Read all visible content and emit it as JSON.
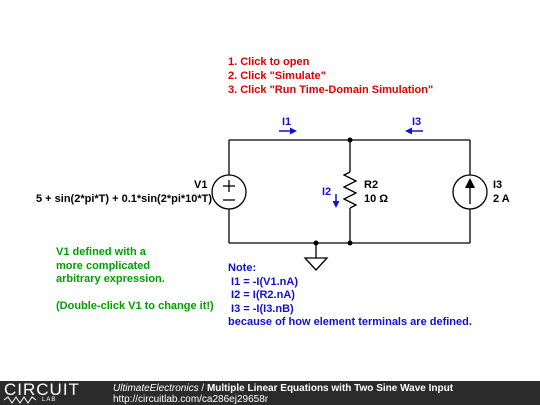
{
  "instructions": [
    "1. Click to open",
    "2. Click \"Simulate\"",
    "3. Click \"Run Time-Domain Simulation\""
  ],
  "labels": {
    "i1": "I1",
    "i2": "I2",
    "i3": "I3",
    "v1_name": "V1",
    "v1_expr": "5 + sin(2*pi*T) + 0.1*sin(2*pi*10*T)",
    "r2_name": "R2",
    "r2_value": "10 Ω",
    "i3_name": "I3",
    "i3_value": "2 A"
  },
  "v1_note": [
    "V1 defined with a",
    "more complicated",
    "arbitrary expression.",
    "",
    "(Double-click V1 to change it!)"
  ],
  "note": [
    "Note:",
    " I1 = -I(V1.nA)",
    " I2 = I(R2.nA)",
    " I3 = -I(I3.nB)",
    "because of how element terminals are defined."
  ],
  "footer": {
    "logo_main": "CIRCUIT",
    "logo_sub": "LAB",
    "author": "UltimateElectronics",
    "separator": " / ",
    "title": "Multiple Linear Equations with Two Sine Wave Input",
    "url": "http://circuitlab.com/ca286ej29658r"
  },
  "colors": {
    "wire": "#000000",
    "annotation_blue": "#1010d0",
    "instruction_red": "#e00000",
    "note_green": "#00a000",
    "footer_bg": "#2b2b2b"
  }
}
